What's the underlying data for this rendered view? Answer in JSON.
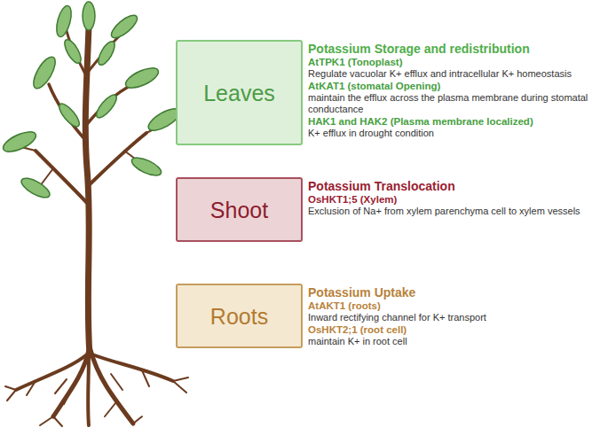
{
  "diagram": {
    "nodes": [
      {
        "text": [
          "Leaves",
          "Potassium Storage and redistribution",
          "AtTPK1 (Tonoplast)",
          "Regulate vacuolar K+ efflux and intracellular K+ homeostasis",
          "AtKAT1 (stomatal Opening)",
          "maintain the efflux across the plasma membrane during stomatal conductance",
          "HAK1 and HAK2 (Plasma membrane localized)",
          "K+ efflux in drought condition"
        ]
      },
      {
        "text": [
          "Shoot",
          "Potassium Translocation",
          "OsHKT1;5 (Xylem)",
          "Exclusion of Na+ from xylem parenchyma cell to xylem vessels"
        ]
      },
      {
        "text": [
          "Roots",
          "Potassium Uptake",
          "AtAKT1 (roots)",
          "Inward rectifying channel for K+ transport",
          "OsHKT2;1 (root cell)",
          "maintain K+ in root cell"
        ]
      }
    ]
  }
}
